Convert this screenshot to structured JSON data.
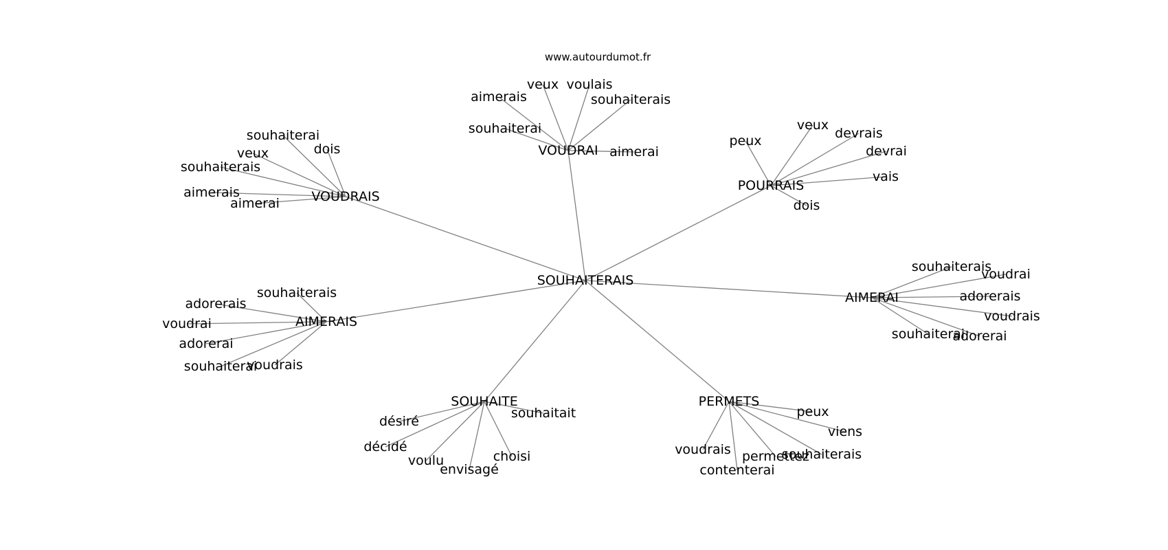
{
  "header": {
    "source": "www.autourdumot.fr"
  },
  "graph": {
    "center": {
      "label": "SOUHAITERAIS"
    },
    "hubs": [
      {
        "label": "VOUDRAI",
        "leaves": [
          "aimerais",
          "veux",
          "voulais",
          "souhaiterais",
          "souhaiterai",
          "aimerai"
        ]
      },
      {
        "label": "VOUDRAIS",
        "leaves": [
          "souhaiterai",
          "dois",
          "veux",
          "souhaiterais",
          "aimerais",
          "aimerai"
        ]
      },
      {
        "label": "POURRAIS",
        "leaves": [
          "peux",
          "veux",
          "devrais",
          "devrai",
          "vais",
          "dois"
        ]
      },
      {
        "label": "AIMERAIS",
        "leaves": [
          "souhaiterais",
          "adorerais",
          "voudrai",
          "adorerai",
          "souhaiterai",
          "voudrais"
        ]
      },
      {
        "label": "AIMERAI",
        "leaves": [
          "souhaiterais",
          "voudrai",
          "adorerais",
          "voudrais",
          "souhaiterai",
          "adorerai"
        ]
      },
      {
        "label": "SOUHAITE",
        "leaves": [
          "désiré",
          "souhaitait",
          "décidé",
          "voulu",
          "envisagé",
          "choisi"
        ]
      },
      {
        "label": "PERMETS",
        "leaves": [
          "peux",
          "viens",
          "voudrais",
          "permettez",
          "souhaiterais",
          "contenterai"
        ]
      }
    ]
  }
}
